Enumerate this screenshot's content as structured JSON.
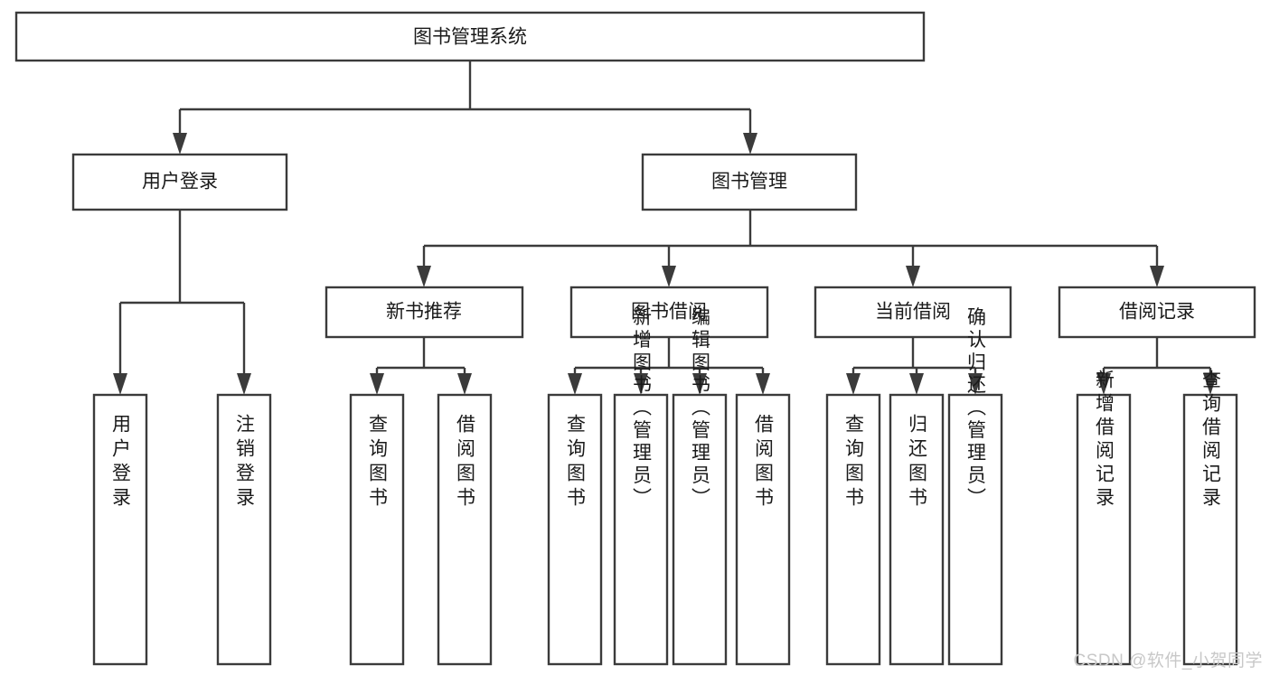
{
  "diagram": {
    "title": "图书管理系统",
    "type": "hierarchy-tree",
    "colors": {
      "box_stroke": "#3b3b3b",
      "box_fill": "#ffffff",
      "connector": "#3b3b3b",
      "text": "#1a1a1a",
      "background": "#ffffff",
      "watermark": "#c8c8c8"
    },
    "root": {
      "label": "图书管理系统"
    },
    "level2": [
      {
        "label": "用户登录"
      },
      {
        "label": "图书管理"
      }
    ],
    "level3": [
      {
        "label": "新书推荐"
      },
      {
        "label": "图书借阅"
      },
      {
        "label": "当前借阅"
      },
      {
        "label": "借阅记录"
      }
    ],
    "leaves_user_login": [
      {
        "label": "用户登录"
      },
      {
        "label": "注销登录"
      }
    ],
    "leaves_new_book": [
      {
        "label": "查询图书"
      },
      {
        "label": "借阅图书"
      }
    ],
    "leaves_borrow": [
      {
        "label": "查询图书"
      },
      {
        "label": "新增图书（管理员）"
      },
      {
        "label": "编辑图书（管理员）"
      },
      {
        "label": "借阅图书"
      }
    ],
    "leaves_current": [
      {
        "label": "查询图书"
      },
      {
        "label": "归还图书"
      },
      {
        "label": "确认归还（管理员）"
      }
    ],
    "leaves_record": [
      {
        "label": "新增借阅记录"
      },
      {
        "label": "查询借阅记录"
      }
    ]
  },
  "watermark": {
    "text": "CSDN @软件_小贺同学"
  }
}
